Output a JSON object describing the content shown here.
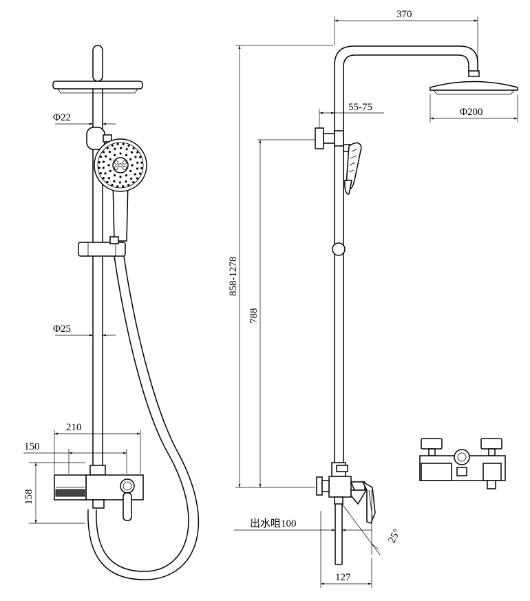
{
  "dimensions": {
    "d_riser_top": "Φ22",
    "d_riser_main": "Φ25",
    "w_210": "210",
    "w_150": "150",
    "h_158": "158",
    "top_width": "370",
    "wall_gap": "55-75",
    "head_dia": "Φ200",
    "total_height": "858-1278",
    "slide_height": "788",
    "spout_label": "出水咀100",
    "spout_angle": "25°",
    "base_width": "127"
  }
}
